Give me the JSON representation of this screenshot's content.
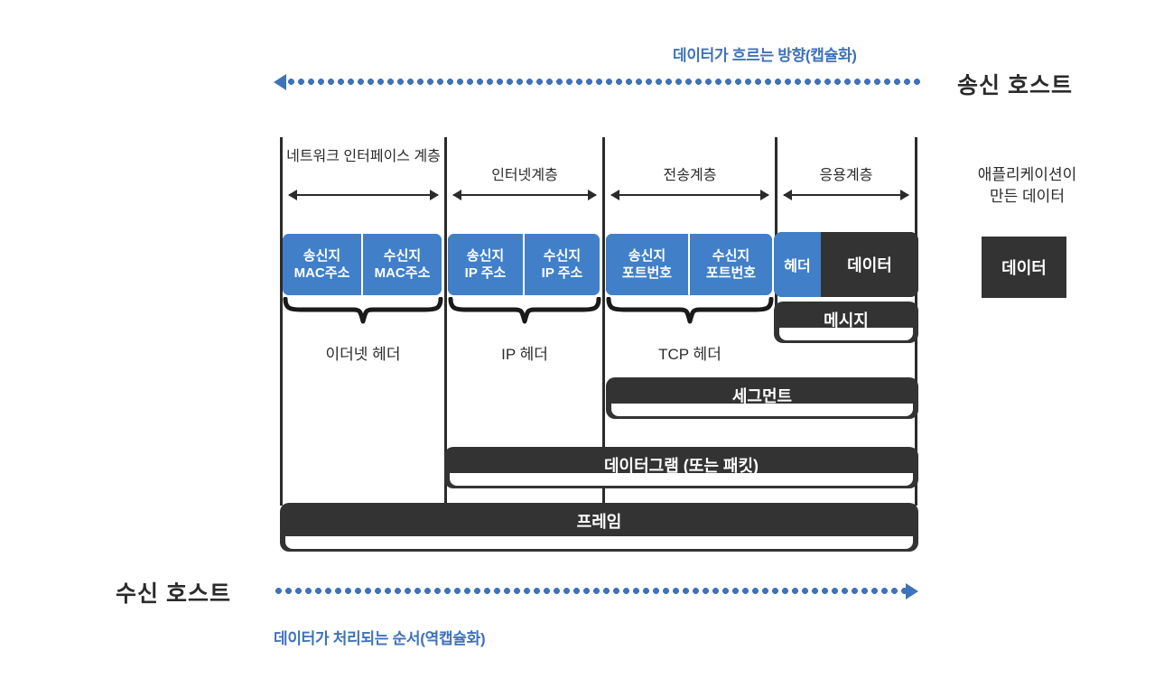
{
  "top_flow": {
    "label": "데이터가 흐르는 방향(캡슐화)",
    "direction_icon": "arrow-left-icon"
  },
  "bottom_flow": {
    "label": "데이터가 처리되는 순서(역캡슐화)",
    "direction_icon": "arrow-right-icon"
  },
  "hosts": {
    "sender": "송신 호스트",
    "receiver": "수신 호스트"
  },
  "side": {
    "caption": "애플리케이션이\n만든 데이터",
    "data_box": "데이터"
  },
  "layers": [
    {
      "name": "네트워크\n인터페이스 계층"
    },
    {
      "name": "인터넷계층"
    },
    {
      "name": "전송계층"
    },
    {
      "name": "응용계층"
    }
  ],
  "header_groups": [
    {
      "brace_label": "이더넷 헤더",
      "cells": [
        "송신지\nMAC주소",
        "수신지\nMAC주소"
      ]
    },
    {
      "brace_label": "IP 헤더",
      "cells": [
        "송신지\nIP 주소",
        "수신지\nIP 주소"
      ]
    },
    {
      "brace_label": "TCP 헤더",
      "cells": [
        "송신지\n포트번호",
        "수신지\n포트번호"
      ]
    }
  ],
  "app_block": {
    "header": "헤더",
    "data": "데이터"
  },
  "pdus": [
    {
      "label": "메시지"
    },
    {
      "label": "세그먼트"
    },
    {
      "label": "데이터그램 (또는 패킷)"
    },
    {
      "label": "프레임"
    }
  ],
  "colors": {
    "accent_blue": "#4180c8",
    "flow_blue": "#3f72b8",
    "dark": "#333333",
    "text": "#2b2b2b",
    "background": "#ffffff"
  }
}
